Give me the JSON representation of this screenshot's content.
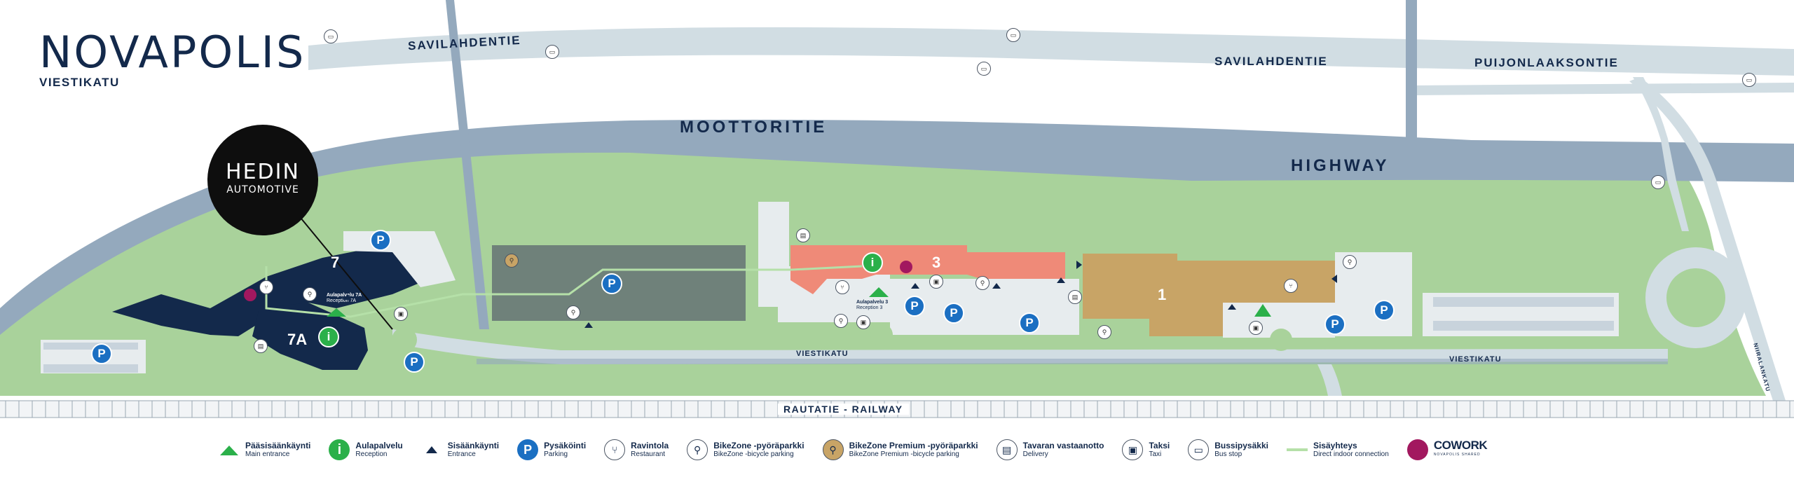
{
  "brand": {
    "name": "NOVAPOLIS",
    "subtitle": "VIESTIKATU"
  },
  "roads": {
    "savilahdentie_west": "SAVILAHDENTIE",
    "savilahdentie_east": "SAVILAHDENTIE",
    "puijonlaaksontie": "PUIJONLAAKSONTIE",
    "moottoritie": "MOOTTORITIE",
    "highway": "HIGHWAY",
    "viestikatu_west": "VIESTIKATU",
    "viestikatu_east": "VIESTIKATU",
    "railway": "RAUTATIE - RAILWAY",
    "niiralankatu": "NIIRALANKATU"
  },
  "hedin": {
    "line1": "HEDIN",
    "line2": "AUTOMOTIVE"
  },
  "buildings": {
    "b1": "1",
    "b3": "3",
    "b7": "7",
    "b7a": "7A"
  },
  "reception_labels": {
    "r7a_title": "Aulapalvelu 7A",
    "r7a_sub": "Reception 7A",
    "r3_title": "Aulapalvelu 3",
    "r3_sub": "Reception 3"
  },
  "legend": [
    {
      "icon": "main-entrance-icon",
      "title": "Pääsisäänkäynti",
      "sub": "Main entrance"
    },
    {
      "icon": "reception-icon",
      "title": "Aulapalvelu",
      "sub": "Reception"
    },
    {
      "icon": "entrance-icon",
      "title": "Sisäänkäynti",
      "sub": "Entrance"
    },
    {
      "icon": "parking-icon",
      "title": "Pysäköinti",
      "sub": "Parking"
    },
    {
      "icon": "restaurant-icon",
      "title": "Ravintola",
      "sub": "Restaurant"
    },
    {
      "icon": "bicycle-parking-icon",
      "title": "BikeZone -pyöräparkki",
      "sub": "BikeZone -bicycle parking"
    },
    {
      "icon": "bikezone-premium-icon",
      "title": "BikeZone Premium -pyöräparkki",
      "sub": "BikeZone Premium -bicycle parking"
    },
    {
      "icon": "delivery-icon",
      "title": "Tavaran vastaanotto",
      "sub": "Delivery"
    },
    {
      "icon": "taxi-icon",
      "title": "Taksi",
      "sub": "Taxi"
    },
    {
      "icon": "bus-stop-icon",
      "title": "Bussipysäkki",
      "sub": "Bus stop"
    },
    {
      "icon": "indoor-connection-icon",
      "title": "Sisäyhteys",
      "sub": "Direct indoor connection"
    },
    {
      "icon": "cowork-icon",
      "title": "COWORK",
      "sub": "NOVAPOLIS SHARED"
    }
  ],
  "symbols": {
    "parking": "P",
    "reception": "i"
  },
  "colors": {
    "navy": "#13294b",
    "green_park": "#a9d29b",
    "road_blue": "#94a9bd",
    "road_light": "#d1dde3",
    "building1": "#c8a466",
    "building3": "#ef8a78",
    "building_grey": "#6f817a",
    "parking_blue": "#1b6fc2",
    "reception_green": "#2bb04a",
    "cowork": "#a2185f"
  }
}
